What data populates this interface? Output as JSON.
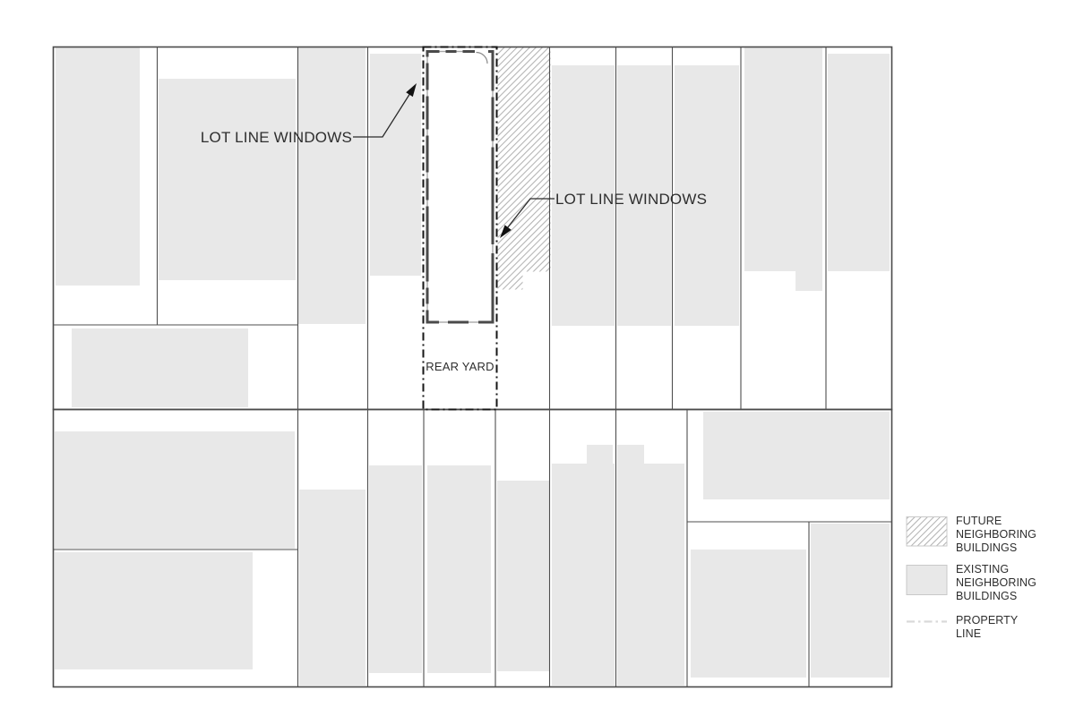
{
  "labels": {
    "lot_line_windows_left": "LOT LINE WINDOWS",
    "lot_line_windows_right": "LOT LINE WINDOWS",
    "rear_yard": "REAR YARD"
  },
  "legend": {
    "items": [
      {
        "swatch": "diagonal-hatch",
        "lines": [
          "FUTURE",
          "NEIGHBORING",
          "BUILDINGS"
        ]
      },
      {
        "swatch": "solid-gray",
        "lines": [
          "EXISTING",
          "NEIGHBORING",
          "BUILDINGS"
        ]
      },
      {
        "swatch": "dash-dot-line",
        "lines": [
          "PROPERTY",
          "LINE"
        ]
      }
    ]
  },
  "colors": {
    "background": "#ffffff",
    "existing_building_fill": "#e8e8e8",
    "hatch_line": "#b3b3b3",
    "lot_line": "#4f4f4f",
    "block_border": "#4a4a4a",
    "building_wall": "#4a4a4a",
    "property_line": "#161616",
    "legend_property_line": "#d9d9d9",
    "leader_line": "#2a2a2a",
    "text": "#2e2e2e",
    "legend_swatch_border": "#c9c9c9"
  }
}
